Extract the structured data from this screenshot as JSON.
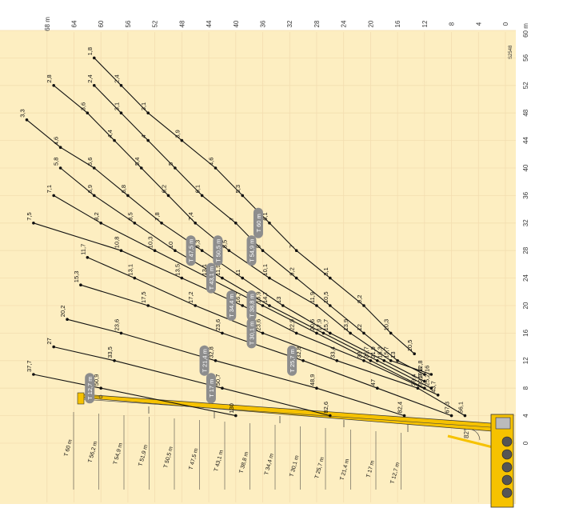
{
  "figure_code": "S2548",
  "angle_label": "82°",
  "colors": {
    "background": "#fdeec1",
    "grid": "#f3ddb0",
    "curve": "#111111",
    "pill": "#8d8d8d",
    "boom": "#f6c200"
  },
  "chart_data": {
    "type": "diagram",
    "height_ticks": [
      "0",
      "4",
      "8",
      "12",
      "16",
      "20",
      "24",
      "28",
      "32",
      "36",
      "40",
      "44",
      "48",
      "52",
      "56",
      "60 m"
    ],
    "radius_ticks": [
      "0",
      "4",
      "8",
      "12",
      "16",
      "20",
      "24",
      "28",
      "32",
      "36",
      "40",
      "44",
      "48",
      "52",
      "56",
      "60",
      "64",
      "68 m"
    ],
    "boom_lengths": [
      "T 60 m",
      "T 56,2 m",
      "T 54,9 m",
      "T 51,9 m",
      "T 50,5 m",
      "T 47,5 m",
      "T 43,1 m",
      "T 38,8 m",
      "T 34,4 m",
      "T 30,1 m",
      "T 25,7 m",
      "T 21,4 m",
      "T 17 m",
      "T 12,7 m"
    ],
    "curves": [
      {
        "name": "T 60 m",
        "points": [
          {
            "r": 56,
            "h": 61,
            "v": "1,8"
          },
          {
            "r": 52,
            "h": 57,
            "v": "2,4"
          },
          {
            "r": 48,
            "h": 53,
            "v": "3,1"
          },
          {
            "r": 44,
            "h": 48,
            "v": "3,9"
          },
          {
            "r": 40,
            "h": 43,
            "v": "4,6"
          },
          {
            "r": 36,
            "h": 39,
            "v": "5,3"
          },
          {
            "r": 32,
            "h": 35,
            "v": "6,1"
          },
          {
            "r": 28,
            "h": 31,
            "v": "7"
          },
          {
            "r": 24,
            "h": 26,
            "v": "8,1"
          },
          {
            "r": 20,
            "h": 21,
            "v": "9,2"
          },
          {
            "r": 16,
            "h": 17,
            "v": "10,3"
          },
          {
            "r": 13,
            "h": 13.5,
            "v": "10,5"
          }
        ]
      },
      {
        "name": "T 54,9 m",
        "points": [
          {
            "r": 52,
            "h": 61,
            "v": "2,4"
          },
          {
            "r": 48,
            "h": 57,
            "v": "3,1"
          },
          {
            "r": 44,
            "h": 53,
            "v": "4"
          },
          {
            "r": 40,
            "h": 49,
            "v": "5"
          },
          {
            "r": 36,
            "h": 45,
            "v": "6,1"
          },
          {
            "r": 32,
            "h": 40,
            "v": "7"
          },
          {
            "r": 28,
            "h": 36,
            "v": "8"
          },
          {
            "r": 24,
            "h": 31,
            "v": "9,2"
          },
          {
            "r": 20,
            "h": 26,
            "v": "10,5"
          },
          {
            "r": 16,
            "h": 21,
            "v": "12"
          },
          {
            "r": 12,
            "h": 16,
            "v": "13"
          },
          {
            "r": 10,
            "h": 12,
            "v": "12,8"
          }
        ]
      },
      {
        "name": "T 50,5 m",
        "points": [
          {
            "r": 52,
            "h": 67,
            "v": "2,8"
          },
          {
            "r": 48,
            "h": 62,
            "v": "3,6"
          },
          {
            "r": 44,
            "h": 58,
            "v": "4,4"
          },
          {
            "r": 40,
            "h": 54,
            "v": "5,4"
          },
          {
            "r": 36,
            "h": 50,
            "v": "6,2"
          },
          {
            "r": 32,
            "h": 46,
            "v": "7,4"
          },
          {
            "r": 28,
            "h": 41,
            "v": "8,5"
          },
          {
            "r": 24,
            "h": 35,
            "v": "10,1"
          },
          {
            "r": 20,
            "h": 28,
            "v": "11,9"
          },
          {
            "r": 16,
            "h": 23,
            "v": "13,9"
          },
          {
            "r": 12,
            "h": 17,
            "v": "15,7"
          },
          {
            "r": 10,
            "h": 11,
            "v": "16"
          }
        ]
      },
      {
        "name": "T 47,5 m",
        "points": [
          {
            "r": 47,
            "h": 71,
            "v": "3,3"
          },
          {
            "r": 43,
            "h": 66,
            "v": "4,6"
          },
          {
            "r": 40,
            "h": 61,
            "v": "5,6"
          },
          {
            "r": 36,
            "h": 56,
            "v": "6,8"
          },
          {
            "r": 32,
            "h": 51,
            "v": "7,8"
          },
          {
            "r": 28,
            "h": 45,
            "v": "9,3"
          },
          {
            "r": 24,
            "h": 39,
            "v": "11"
          },
          {
            "r": 20,
            "h": 33,
            "v": "13"
          },
          {
            "r": 16,
            "h": 26,
            "v": "15,7"
          },
          {
            "r": 12,
            "h": 18,
            "v": "18,3"
          },
          {
            "r": 9,
            "h": 12,
            "v": "19,8"
          }
        ]
      },
      {
        "name": "T 43,1 m",
        "points": [
          {
            "r": 40,
            "h": 66,
            "v": "5,8"
          },
          {
            "r": 36,
            "h": 61,
            "v": "6,9"
          },
          {
            "r": 32,
            "h": 55,
            "v": "8,5"
          },
          {
            "r": 28,
            "h": 49,
            "v": "10"
          },
          {
            "r": 24,
            "h": 42,
            "v": "11,9"
          },
          {
            "r": 20,
            "h": 35,
            "v": "14,7"
          },
          {
            "r": 16,
            "h": 27,
            "v": "17,9"
          },
          {
            "r": 12,
            "h": 19,
            "v": "21,9"
          },
          {
            "r": 8,
            "h": 11,
            "v": "25,2"
          }
        ]
      },
      {
        "name": "T 38,8 m",
        "points": [
          {
            "r": 36,
            "h": 67,
            "v": "7,1"
          },
          {
            "r": 32,
            "h": 60,
            "v": "8,2"
          },
          {
            "r": 28,
            "h": 52,
            "v": "10,3"
          },
          {
            "r": 24,
            "h": 44,
            "v": "13,1"
          },
          {
            "r": 20,
            "h": 36,
            "v": "16,9"
          },
          {
            "r": 16,
            "h": 28,
            "v": "20,6"
          },
          {
            "r": 12,
            "h": 20,
            "v": "25,7"
          },
          {
            "r": 8,
            "h": 12,
            "v": "32,9"
          }
        ]
      },
      {
        "name": "T 34,4 m",
        "points": [
          {
            "r": 32,
            "h": 70,
            "v": "7,5"
          },
          {
            "r": 28,
            "h": 57,
            "v": "10,8"
          },
          {
            "r": 24,
            "h": 48,
            "v": "13,5"
          },
          {
            "r": 20,
            "h": 39,
            "v": "16,7"
          },
          {
            "r": 16,
            "h": 31,
            "v": "22,9"
          },
          {
            "r": 12,
            "h": 21,
            "v": "33"
          },
          {
            "r": 7,
            "h": 10,
            "v": "43,7"
          }
        ]
      },
      {
        "name": "T 30,1 m",
        "points": [
          {
            "r": 27,
            "h": 62,
            "v": "11,7"
          },
          {
            "r": 24,
            "h": 55,
            "v": "13,1"
          },
          {
            "r": 20,
            "h": 46,
            "v": "17,2"
          },
          {
            "r": 16,
            "h": 36,
            "v": "23,6"
          },
          {
            "r": 12,
            "h": 25,
            "v": "33,4"
          },
          {
            "r": 8,
            "h": 13,
            "v": "39,4"
          },
          {
            "r": 4,
            "h": 6,
            "v": "56,1"
          }
        ]
      },
      {
        "name": "T 25,7 m",
        "points": [
          {
            "r": 23,
            "h": 63,
            "v": "15,3"
          },
          {
            "r": 20,
            "h": 53,
            "v": "17,5"
          },
          {
            "r": 16,
            "h": 42,
            "v": "23,6"
          },
          {
            "r": 12,
            "h": 30,
            "v": "32,8"
          },
          {
            "r": 8,
            "h": 19,
            "v": "47"
          },
          {
            "r": 4,
            "h": 8,
            "v": "67,3"
          }
        ]
      },
      {
        "name": "T 21,4 m",
        "points": [
          {
            "r": 18,
            "h": 65,
            "v": "20,2"
          },
          {
            "r": 16,
            "h": 57,
            "v": "23,6"
          },
          {
            "r": 12,
            "h": 43,
            "v": "32,8"
          },
          {
            "r": 8,
            "h": 28,
            "v": "48,9"
          },
          {
            "r": 4,
            "h": 15,
            "v": "82,4"
          }
        ]
      },
      {
        "name": "T 17 m",
        "points": [
          {
            "r": 14,
            "h": 67,
            "v": "27"
          },
          {
            "r": 12,
            "h": 58,
            "v": "33,5"
          },
          {
            "r": 8,
            "h": 42,
            "v": "50,7"
          },
          {
            "r": 4,
            "h": 26,
            "v": "82,6"
          }
        ]
      },
      {
        "name": "T 12,7 m",
        "points": [
          {
            "r": 10,
            "h": 70,
            "v": "37,7"
          },
          {
            "r": 8,
            "h": 60,
            "v": "50,9"
          },
          {
            "r": 4,
            "h": 40,
            "v": "130"
          }
        ]
      }
    ]
  }
}
